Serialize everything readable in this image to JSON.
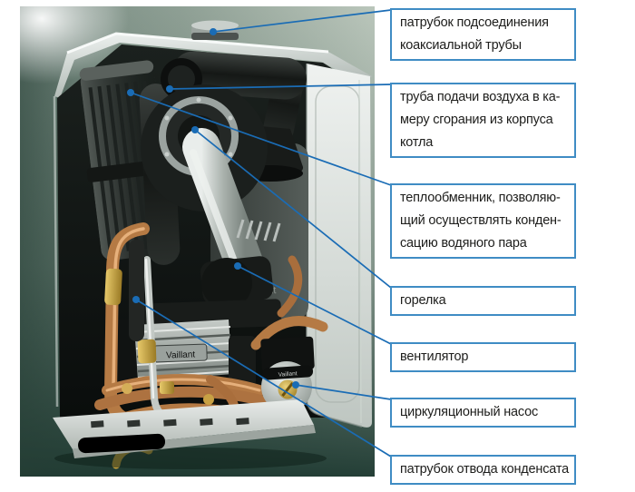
{
  "figure": {
    "brand": "Vaillant"
  },
  "colors": {
    "callout_line": "#1a6cb5",
    "callout_dot": "#1a6cb5",
    "label_border": "#3f8cc4",
    "label_text": "#1d1d1b",
    "label_background": "#ffffff",
    "wall_light": "#b7c4ba",
    "wall_dark": "#2b4c41",
    "copper_pipe": "#b57a44",
    "brass_fitting": "#caa43c"
  },
  "callouts": [
    {
      "id": "coaxial-pipe-connection",
      "lines": [
        "патрубок подсоединения",
        "коаксиальной трубы"
      ]
    },
    {
      "id": "air-supply-pipe",
      "lines": [
        "труба подачи воздуха в ка-",
        "меру сгорания из корпуса",
        "котла"
      ]
    },
    {
      "id": "heat-exchanger",
      "lines": [
        "теплообменник, позволяю-",
        "щий осуществлять конден-",
        "сацию водяного пара"
      ]
    },
    {
      "id": "burner",
      "lines": [
        "горелка"
      ]
    },
    {
      "id": "fan",
      "lines": [
        "вентилятор"
      ]
    },
    {
      "id": "circulation-pump",
      "lines": [
        "циркуляционный насос"
      ]
    },
    {
      "id": "condensate-drain",
      "lines": [
        "патрубок отвода конденсата"
      ]
    }
  ]
}
